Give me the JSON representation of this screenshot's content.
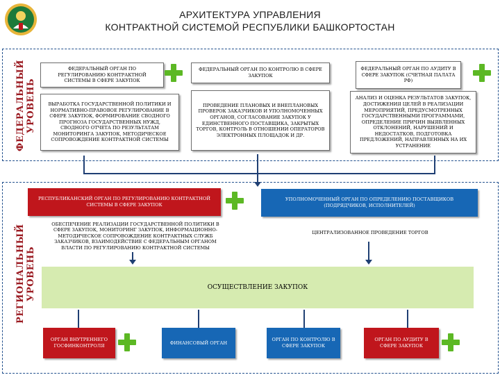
{
  "header": {
    "title_line1": "АРХИТЕКТУРА УПРАВЛЕНИЯ",
    "title_line2": "КОНТРАКТНОЙ СИСТЕМОЙ РЕСПУБЛИКИ БАШКОРТОСТАН",
    "emblem": "coat-of-arms-bashkortostan"
  },
  "federal": {
    "level_label": "ФЕДЕРАЛЬНЫЙ УРОВЕНЬ",
    "col1_head": "ФЕДЕРАЛЬНЫЙ ОРГАН ПО РЕГУЛИРОВАНИЮ КОНТРАКТНОЙ СИСТЕМЫ В СФЕРЕ ЗАКУПОК",
    "col1_body": "ВЫРАБОТКА ГОСУДАРСТВЕННОЙ ПОЛИТИКИ И НОРМАТИВНО-ПРАВОВОЕ РЕГУЛИРОВАНИЕ В СФЕРЕ ЗАКУПОК, ФОРМИРОВАНИЕ СВОДНОГО ПРОГНОЗА ГОСУДАРСТВЕННЫХ НУЖД, СВОДНОГО ОТЧЕТА ПО РЕЗУЛЬТАТАМ МОНИТОРИНГА ЗАКУПОК, МЕТОДИЧЕСКОЕ СОПРОВОЖДЕНИЕ КОНТРАКТНОЙ СИСТЕМЫ",
    "col2_head": "ФЕДЕРАЛЬНЫЙ ОРГАН ПО КОНТРОЛЮ В СФЕРЕ ЗАКУПОК",
    "col2_body": "ПРОВЕДЕНИЕ ПЛАНОВЫХ И ВНЕПЛАНОВЫХ ПРОВЕРОК ЗАКАЗЧИКОВ И УПОЛНОМОЧЕННЫХ ОРГАНОВ, СОГЛАСОВАНИЕ ЗАКУПОК У ЕДИНСТВЕННОГО ПОСТАВЩИКА, ЗАКРЫТЫХ ТОРГОВ, КОНТРОЛЬ В ОТНОШЕНИИ ОПЕРАТОРОВ ЭЛЕКТРОННЫХ ПЛОЩАДОК И ДР.",
    "col3_head": "ФЕДЕРАЛЬНЫЙ ОРГАН ПО АУДИТУ В СФЕРЕ ЗАКУПОК (СЧЕТНАЯ ПАЛАТА РФ)",
    "col3_body": "АНАЛИЗ И ОЦЕНКА РЕЗУЛЬТАТОВ ЗАКУПОК, ДОСТИЖЕНИЯ ЦЕЛЕЙ В РЕАЛИЗАЦИИ МЕРОПРИЯТИЙ, ПРЕДУСМОТРЕННЫХ ГОСУДАРСТВЕННЫМИ ПРОГРАММАМИ, ОПРЕДЕЛЕНИЕ ПРИЧИН ВЫЯВЛЕННЫХ ОТКЛОНЕНИЙ, НАРУШЕНИЙ И НЕДОСТАТКОВ, ПОДГОТОВКА ПРЕДЛОЖЕНИЙ, НАПРАВЛЕННЫХ НА ИХ УСТРАНЕНИЕ"
  },
  "regional": {
    "level_label": "РЕГИОНАЛЬНЫЙ УРОВЕНЬ",
    "rep_head": "РЕСПУБЛИКАНСКИЙ ОРГАН ПО РЕГУЛИРОВАНИЮ КОНТРАКТНОЙ СИСТЕМЫ В СФЕРЕ ЗАКУПОК",
    "rep_body": "ОБЕСПЕЧЕНИЕ РЕАЛИЗАЦИИ ГОСУДАРСТВЕННОЙ ПОЛИТИКИ В СФЕРЕ ЗАКУПОК, МОНИТОРИНГ ЗАКУПОК, ИНФОРМАЦИОННО-МЕТОДИЧЕСКОЕ СОПРОВОЖДЕНИЕ КОНТРАКТНЫХ СЛУЖБ ЗАКАЗЧИКОВ, ВЗАИМОДЕЙСТВИЕ С ФЕДЕРАЛЬНЫМ ОРГАНОМ ВЛАСТИ ПО РЕГУЛИРОВАНИЮ КОНТРАКТНОЙ СИСТЕМЫ",
    "auth_head": "УПОЛНОМОЧЕННЫЙ ОРГАН ПО ОПРЕДЕЛЕНИЮ ПОСТАВЩИКОВ (ПОДРЯДЧИКОВ, ИСПОЛНИТЕЛЕЙ)",
    "auth_body": "ЦЕНТРАЛИЗОВАННОЕ ПРОВЕДЕНИЕ ТОРГОВ",
    "central": "ОСУЩЕСТВЛЕНИЕ ЗАКУПОК",
    "bottom1": "ОРГАН ВНУТРЕННЕГО ГОСФИНКОНТРОЛЯ",
    "bottom2": "ФИНАНСОВЫЙ ОРГАН",
    "bottom3": "ОРГАН ПО КОНТРОЛЮ В СФЕРЕ ЗАКУПОК",
    "bottom4": "ОРГАН ПО АУДИТУ В СФЕРЕ ЗАКУПОК"
  },
  "colors": {
    "red": "#c0161c",
    "blue": "#1767b5",
    "green": "#5cb824",
    "light_green": "#d6ebb0",
    "navy": "#1f3f73"
  }
}
